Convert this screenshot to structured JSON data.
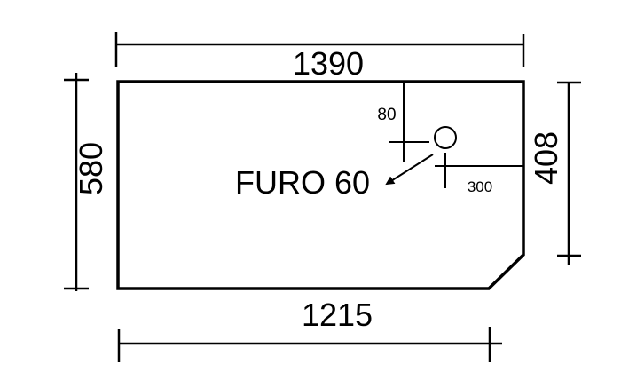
{
  "drawing": {
    "top_length": "1390",
    "bottom_length": "1215",
    "left_height": "580",
    "right_height": "408",
    "hole_label": "FURO 60",
    "hole_offset_top": "80",
    "hole_offset_right": "300"
  },
  "colors": {
    "ink": "#000000",
    "background": "#ffffff"
  }
}
